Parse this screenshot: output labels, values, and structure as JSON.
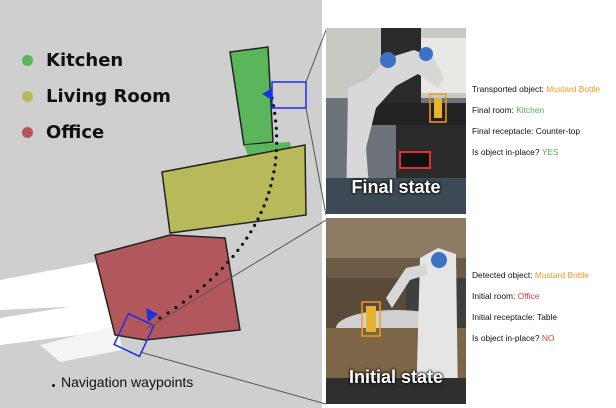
{
  "legend": {
    "rooms": [
      {
        "label": "Kitchen",
        "color": "#5bb55b"
      },
      {
        "label": "Living Room",
        "color": "#b8b95a"
      },
      {
        "label": "Office",
        "color": "#b2575c"
      }
    ],
    "waypoints_label": "Navigation waypoints"
  },
  "colors": {
    "highlight_box": "#1f2ee6",
    "robot_marker": "#1a33e0",
    "value_orange": "#f39a21",
    "value_green": "#4caf50",
    "value_red": "#e53935"
  },
  "final": {
    "caption": "Final state",
    "rows": [
      {
        "label": "Transported object: ",
        "value": "Mustard Bottle",
        "value_color": "orange"
      },
      {
        "label": "Final room: ",
        "value": "Kitchen",
        "value_color": "green"
      },
      {
        "label": "Final receptacle: Counter-top",
        "value": "",
        "value_color": "none"
      },
      {
        "label": "Is object in-place? ",
        "value": "YES",
        "value_color": "green"
      }
    ]
  },
  "initial": {
    "caption": "Initial state",
    "rows": [
      {
        "label": "Detected object: ",
        "value": "Mustard Bottle",
        "value_color": "orange"
      },
      {
        "label": "Initial room: ",
        "value": "Office",
        "value_color": "red"
      },
      {
        "label": "Initial receptacle: Table",
        "value": "",
        "value_color": "none"
      },
      {
        "label": "Is object in-place? ",
        "value": "NO",
        "value_color": "red"
      }
    ]
  }
}
